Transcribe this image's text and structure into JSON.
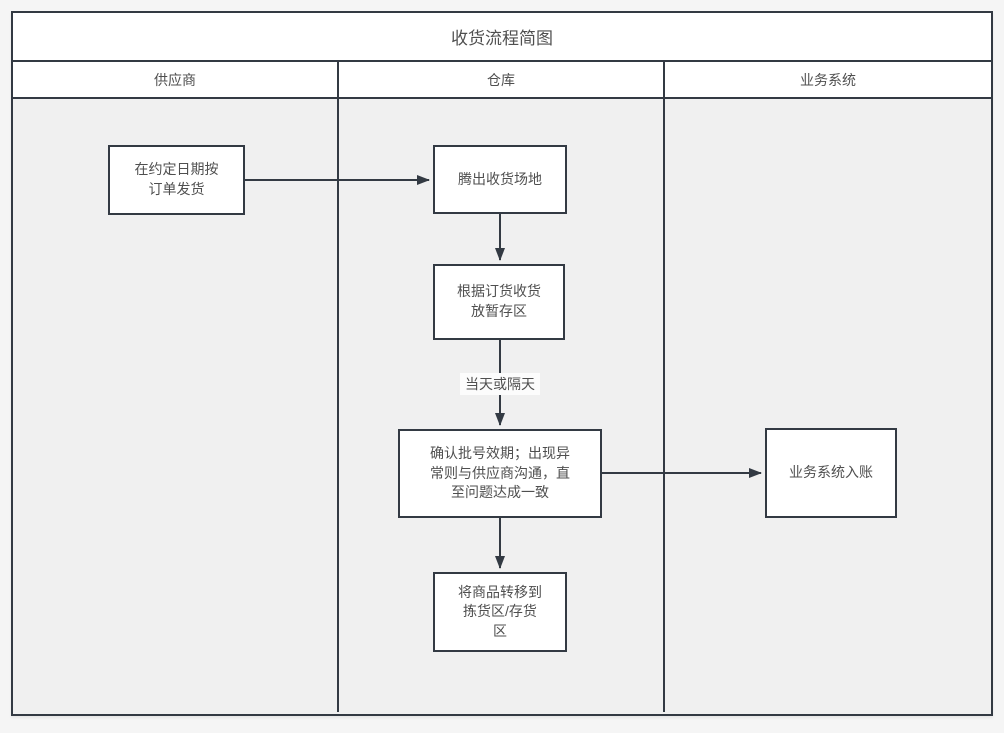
{
  "diagram": {
    "title": "收货流程简图",
    "lanes": [
      {
        "id": "supplier",
        "label": "供应商"
      },
      {
        "id": "warehouse",
        "label": "仓库"
      },
      {
        "id": "business-system",
        "label": "业务系统"
      }
    ],
    "nodes": [
      {
        "id": "ship-on-date",
        "lane": "供应商",
        "label": "在约定日期按\n订单发货"
      },
      {
        "id": "clear-receiving-area",
        "lane": "仓库",
        "label": "腾出收货场地"
      },
      {
        "id": "receive-to-staging",
        "lane": "仓库",
        "label": "根据订货收货\n放暂存区"
      },
      {
        "id": "confirm-batch-validity",
        "lane": "仓库",
        "label": "确认批号效期；出现异\n常则与供应商沟通，直\n至问题达成一致"
      },
      {
        "id": "transfer-to-picking-area",
        "lane": "仓库",
        "label": "将商品转移到\n拣货区/存货\n区"
      },
      {
        "id": "system-booking",
        "lane": "业务系统",
        "label": "业务系统入账"
      }
    ],
    "edge_labels": [
      {
        "id": "same-day-or-next",
        "label": "当天或隔天"
      }
    ],
    "colors": {
      "border": "#333a43",
      "node_bg": "#ffffff",
      "lane_bg": "#f0f0f0",
      "header_bg": "#ffffff",
      "page_bg": "#f5f5f5",
      "text": "#4f4f4f"
    }
  }
}
